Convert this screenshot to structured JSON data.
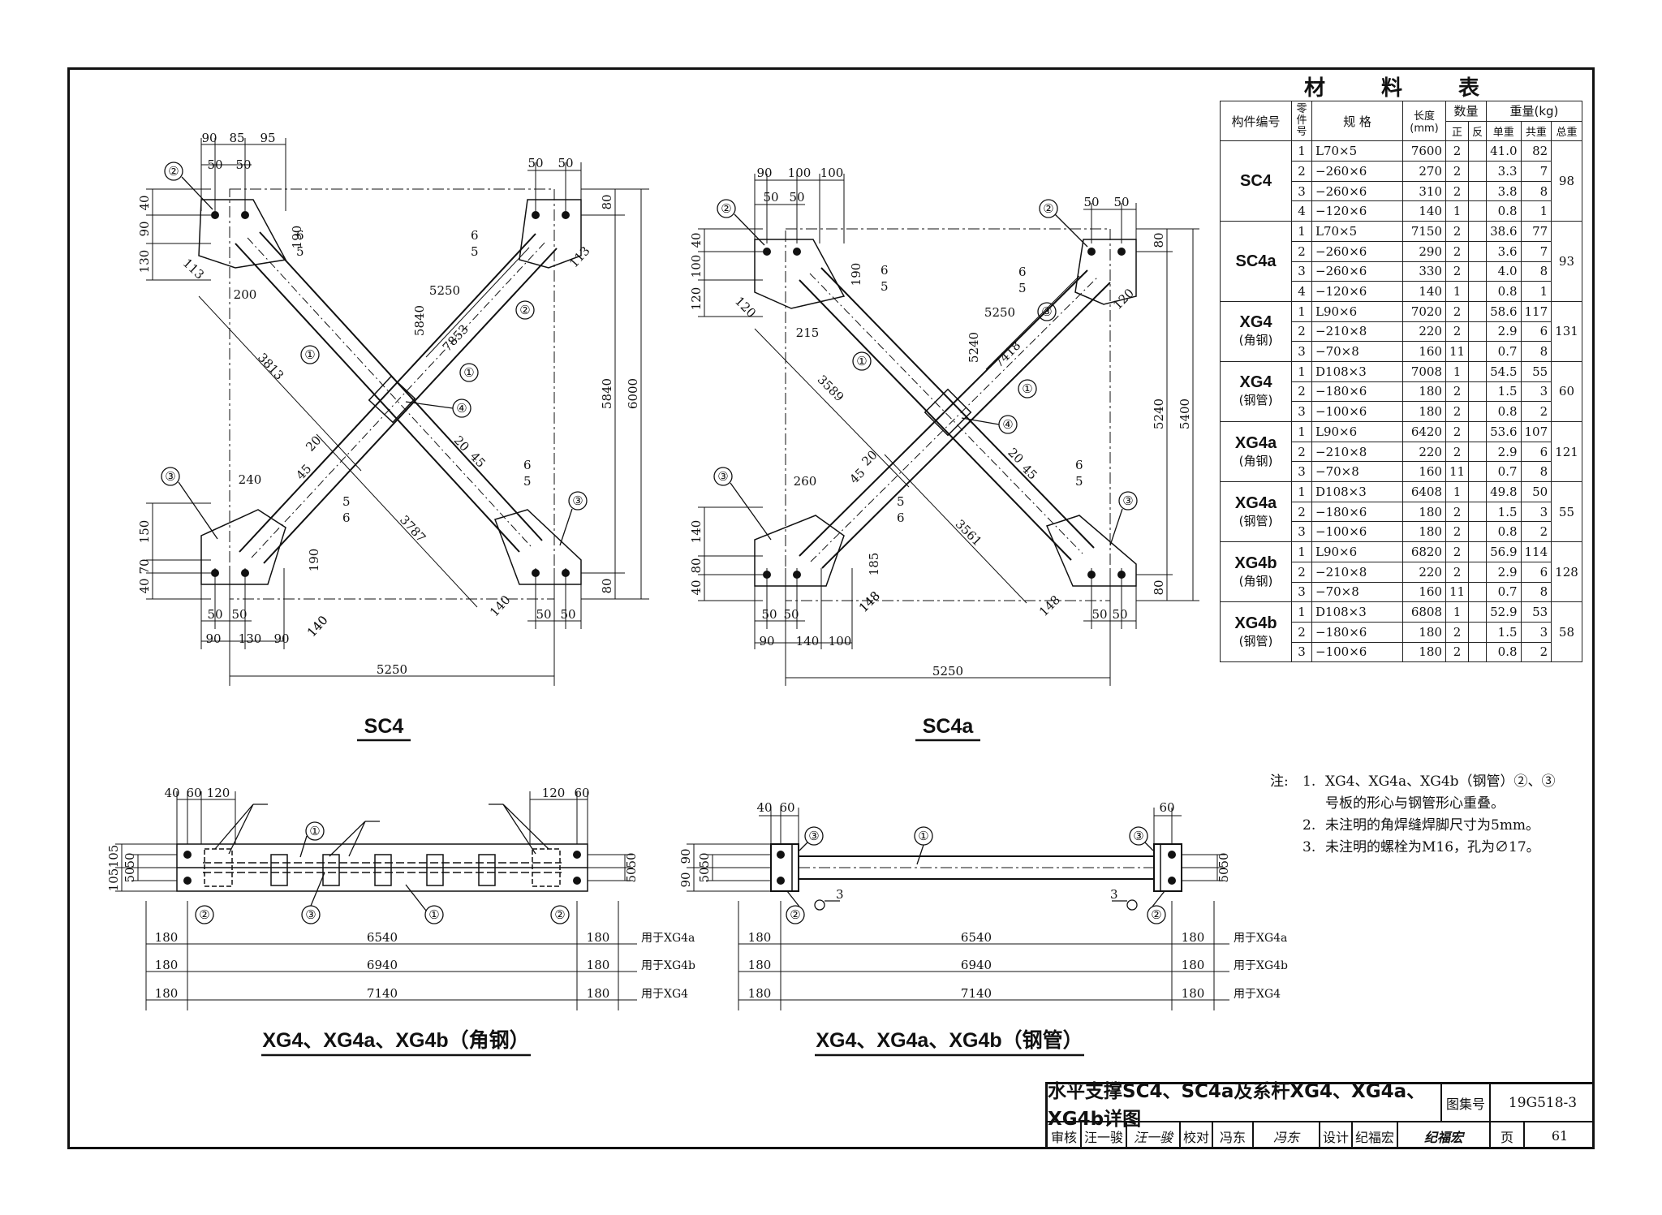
{
  "material_table": {
    "title": "材 料 表",
    "headers": {
      "member_no": "构件编号",
      "part_no": "零件号",
      "spec": "规 格",
      "length": "长度(mm)",
      "qty": "数量",
      "qty_pos": "正",
      "qty_neg": "反",
      "weight": "重量(kg)",
      "w_unit": "单重",
      "w_sum": "共重",
      "w_total": "总重"
    },
    "groups": [
      {
        "member": "SC4",
        "sub": "",
        "total": "98",
        "rows": [
          [
            "1",
            "L70×5",
            "7600",
            "2",
            "",
            "41.0",
            "82"
          ],
          [
            "2",
            "−260×6",
            "270",
            "2",
            "",
            "3.3",
            "7"
          ],
          [
            "3",
            "−260×6",
            "310",
            "2",
            "",
            "3.8",
            "8"
          ],
          [
            "4",
            "−120×6",
            "140",
            "1",
            "",
            "0.8",
            "1"
          ]
        ]
      },
      {
        "member": "SC4a",
        "sub": "",
        "total": "93",
        "rows": [
          [
            "1",
            "L70×5",
            "7150",
            "2",
            "",
            "38.6",
            "77"
          ],
          [
            "2",
            "−260×6",
            "290",
            "2",
            "",
            "3.6",
            "7"
          ],
          [
            "3",
            "−260×6",
            "330",
            "2",
            "",
            "4.0",
            "8"
          ],
          [
            "4",
            "−120×6",
            "140",
            "1",
            "",
            "0.8",
            "1"
          ]
        ]
      },
      {
        "member": "XG4",
        "sub": "(角钢)",
        "total": "131",
        "rows": [
          [
            "1",
            "L90×6",
            "7020",
            "2",
            "",
            "58.6",
            "117"
          ],
          [
            "2",
            "−210×8",
            "220",
            "2",
            "",
            "2.9",
            "6"
          ],
          [
            "3",
            "−70×8",
            "160",
            "11",
            "",
            "0.7",
            "8"
          ]
        ]
      },
      {
        "member": "XG4",
        "sub": "(钢管)",
        "total": "60",
        "rows": [
          [
            "1",
            "D108×3",
            "7008",
            "1",
            "",
            "54.5",
            "55"
          ],
          [
            "2",
            "−180×6",
            "180",
            "2",
            "",
            "1.5",
            "3"
          ],
          [
            "3",
            "−100×6",
            "180",
            "2",
            "",
            "0.8",
            "2"
          ]
        ]
      },
      {
        "member": "XG4a",
        "sub": "(角钢)",
        "total": "121",
        "rows": [
          [
            "1",
            "L90×6",
            "6420",
            "2",
            "",
            "53.6",
            "107"
          ],
          [
            "2",
            "−210×8",
            "220",
            "2",
            "",
            "2.9",
            "6"
          ],
          [
            "3",
            "−70×8",
            "160",
            "11",
            "",
            "0.7",
            "8"
          ]
        ]
      },
      {
        "member": "XG4a",
        "sub": "(钢管)",
        "total": "55",
        "rows": [
          [
            "1",
            "D108×3",
            "6408",
            "1",
            "",
            "49.8",
            "50"
          ],
          [
            "2",
            "−180×6",
            "180",
            "2",
            "",
            "1.5",
            "3"
          ],
          [
            "3",
            "−100×6",
            "180",
            "2",
            "",
            "0.8",
            "2"
          ]
        ]
      },
      {
        "member": "XG4b",
        "sub": "(角钢)",
        "total": "128",
        "rows": [
          [
            "1",
            "L90×6",
            "6820",
            "2",
            "",
            "56.9",
            "114"
          ],
          [
            "2",
            "−210×8",
            "220",
            "2",
            "",
            "2.9",
            "6"
          ],
          [
            "3",
            "−70×8",
            "160",
            "11",
            "",
            "0.7",
            "8"
          ]
        ]
      },
      {
        "member": "XG4b",
        "sub": "(钢管)",
        "total": "58",
        "rows": [
          [
            "1",
            "D108×3",
            "6808",
            "1",
            "",
            "52.9",
            "53"
          ],
          [
            "2",
            "−180×6",
            "180",
            "2",
            "",
            "1.5",
            "3"
          ],
          [
            "3",
            "−100×6",
            "180",
            "2",
            "",
            "0.8",
            "2"
          ]
        ]
      }
    ]
  },
  "notes": {
    "label": "注:",
    "items": [
      {
        "n": "1.",
        "text": "XG4、XG4a、XG4b（钢管）②、③"
      },
      {
        "n": "",
        "text": "号板的形心与钢管形心重叠。"
      },
      {
        "n": "2.",
        "text": "未注明的角焊缝焊脚尺寸为5mm。"
      },
      {
        "n": "3.",
        "text": "未注明的螺栓为M16，孔为∅17。"
      }
    ]
  },
  "drawings": {
    "sc4": {
      "caption": "SC4",
      "dims_top": [
        "90",
        "85",
        "95",
        "50",
        "50",
        "50",
        "50"
      ],
      "dims_left": [
        "40",
        "90",
        "130",
        "150",
        "70",
        "40"
      ],
      "dims_right": [
        "80",
        "5840",
        "6000",
        "80"
      ],
      "dims_bottom": [
        "50",
        "50",
        "90",
        "130",
        "90",
        "140",
        "50",
        "50",
        "5250"
      ],
      "other": [
        "190",
        "113",
        "113",
        "200",
        "5250",
        "5840",
        "7853",
        "3813",
        "3787",
        "240",
        "190",
        "140",
        "140",
        "20",
        "45",
        "20",
        "45",
        "6",
        "5",
        "6",
        "5",
        "5",
        "6",
        "6",
        "5"
      ],
      "callouts": [
        "①",
        "②",
        "③",
        "④"
      ]
    },
    "sc4a": {
      "caption": "SC4a",
      "dims_top": [
        "90",
        "100",
        "100",
        "50",
        "50",
        "50",
        "50"
      ],
      "dims_left": [
        "40",
        "100",
        "120",
        "140",
        "80",
        "40"
      ],
      "dims_right": [
        "80",
        "5240",
        "5400",
        "80"
      ],
      "dims_bottom": [
        "50",
        "50",
        "90",
        "140",
        "100",
        "148",
        "50",
        "50",
        "5250"
      ],
      "other": [
        "190",
        "120",
        "120",
        "215",
        "5250",
        "5240",
        "7418",
        "3589",
        "3561",
        "260",
        "185",
        "148",
        "148",
        "20",
        "45",
        "20",
        "45",
        "6",
        "5",
        "6",
        "5",
        "5",
        "6",
        "6",
        "5"
      ],
      "callouts": [
        "①",
        "②",
        "③",
        "④"
      ]
    },
    "xg_angle": {
      "caption": "XG4、XG4a、XG4b（角钢）",
      "dims_top": [
        "40",
        "60",
        "120",
        "120",
        "60"
      ],
      "dims_left": [
        "105",
        "105",
        "50",
        "50"
      ],
      "dims_right": [
        "50",
        "50"
      ],
      "rows": [
        {
          "left": "180",
          "mid": "6540",
          "right": "180",
          "use": "用于XG4a"
        },
        {
          "left": "180",
          "mid": "6940",
          "right": "180",
          "use": "用于XG4b"
        },
        {
          "left": "180",
          "mid": "7140",
          "right": "180",
          "use": "用于XG4"
        }
      ]
    },
    "xg_pipe": {
      "caption": "XG4、XG4a、XG4b（钢管）",
      "dims_top": [
        "40",
        "60",
        "60"
      ],
      "dims_left": [
        "90",
        "90",
        "50",
        "50"
      ],
      "dims_right": [
        "50",
        "50"
      ],
      "weld": [
        "3",
        "3"
      ],
      "rows": [
        {
          "left": "180",
          "mid": "6540",
          "right": "180",
          "use": "用于XG4a"
        },
        {
          "left": "180",
          "mid": "6940",
          "right": "180",
          "use": "用于XG4b"
        },
        {
          "left": "180",
          "mid": "7140",
          "right": "180",
          "use": "用于XG4"
        }
      ]
    }
  },
  "title_block": {
    "title": "水平支撑SC4、SC4a及系杆XG4、XG4a、XG4b详图",
    "atlas_label": "图集号",
    "atlas_no": "19G518-3",
    "review_label": "审核",
    "review_name": "汪一骏",
    "review_sign": "汪一骏",
    "check_label": "校对",
    "check_name": "冯东",
    "check_sign": "冯东",
    "design_label": "设计",
    "design_name": "纪福宏",
    "design_sign": "纪福宏",
    "page_label": "页",
    "page_no": "61"
  }
}
